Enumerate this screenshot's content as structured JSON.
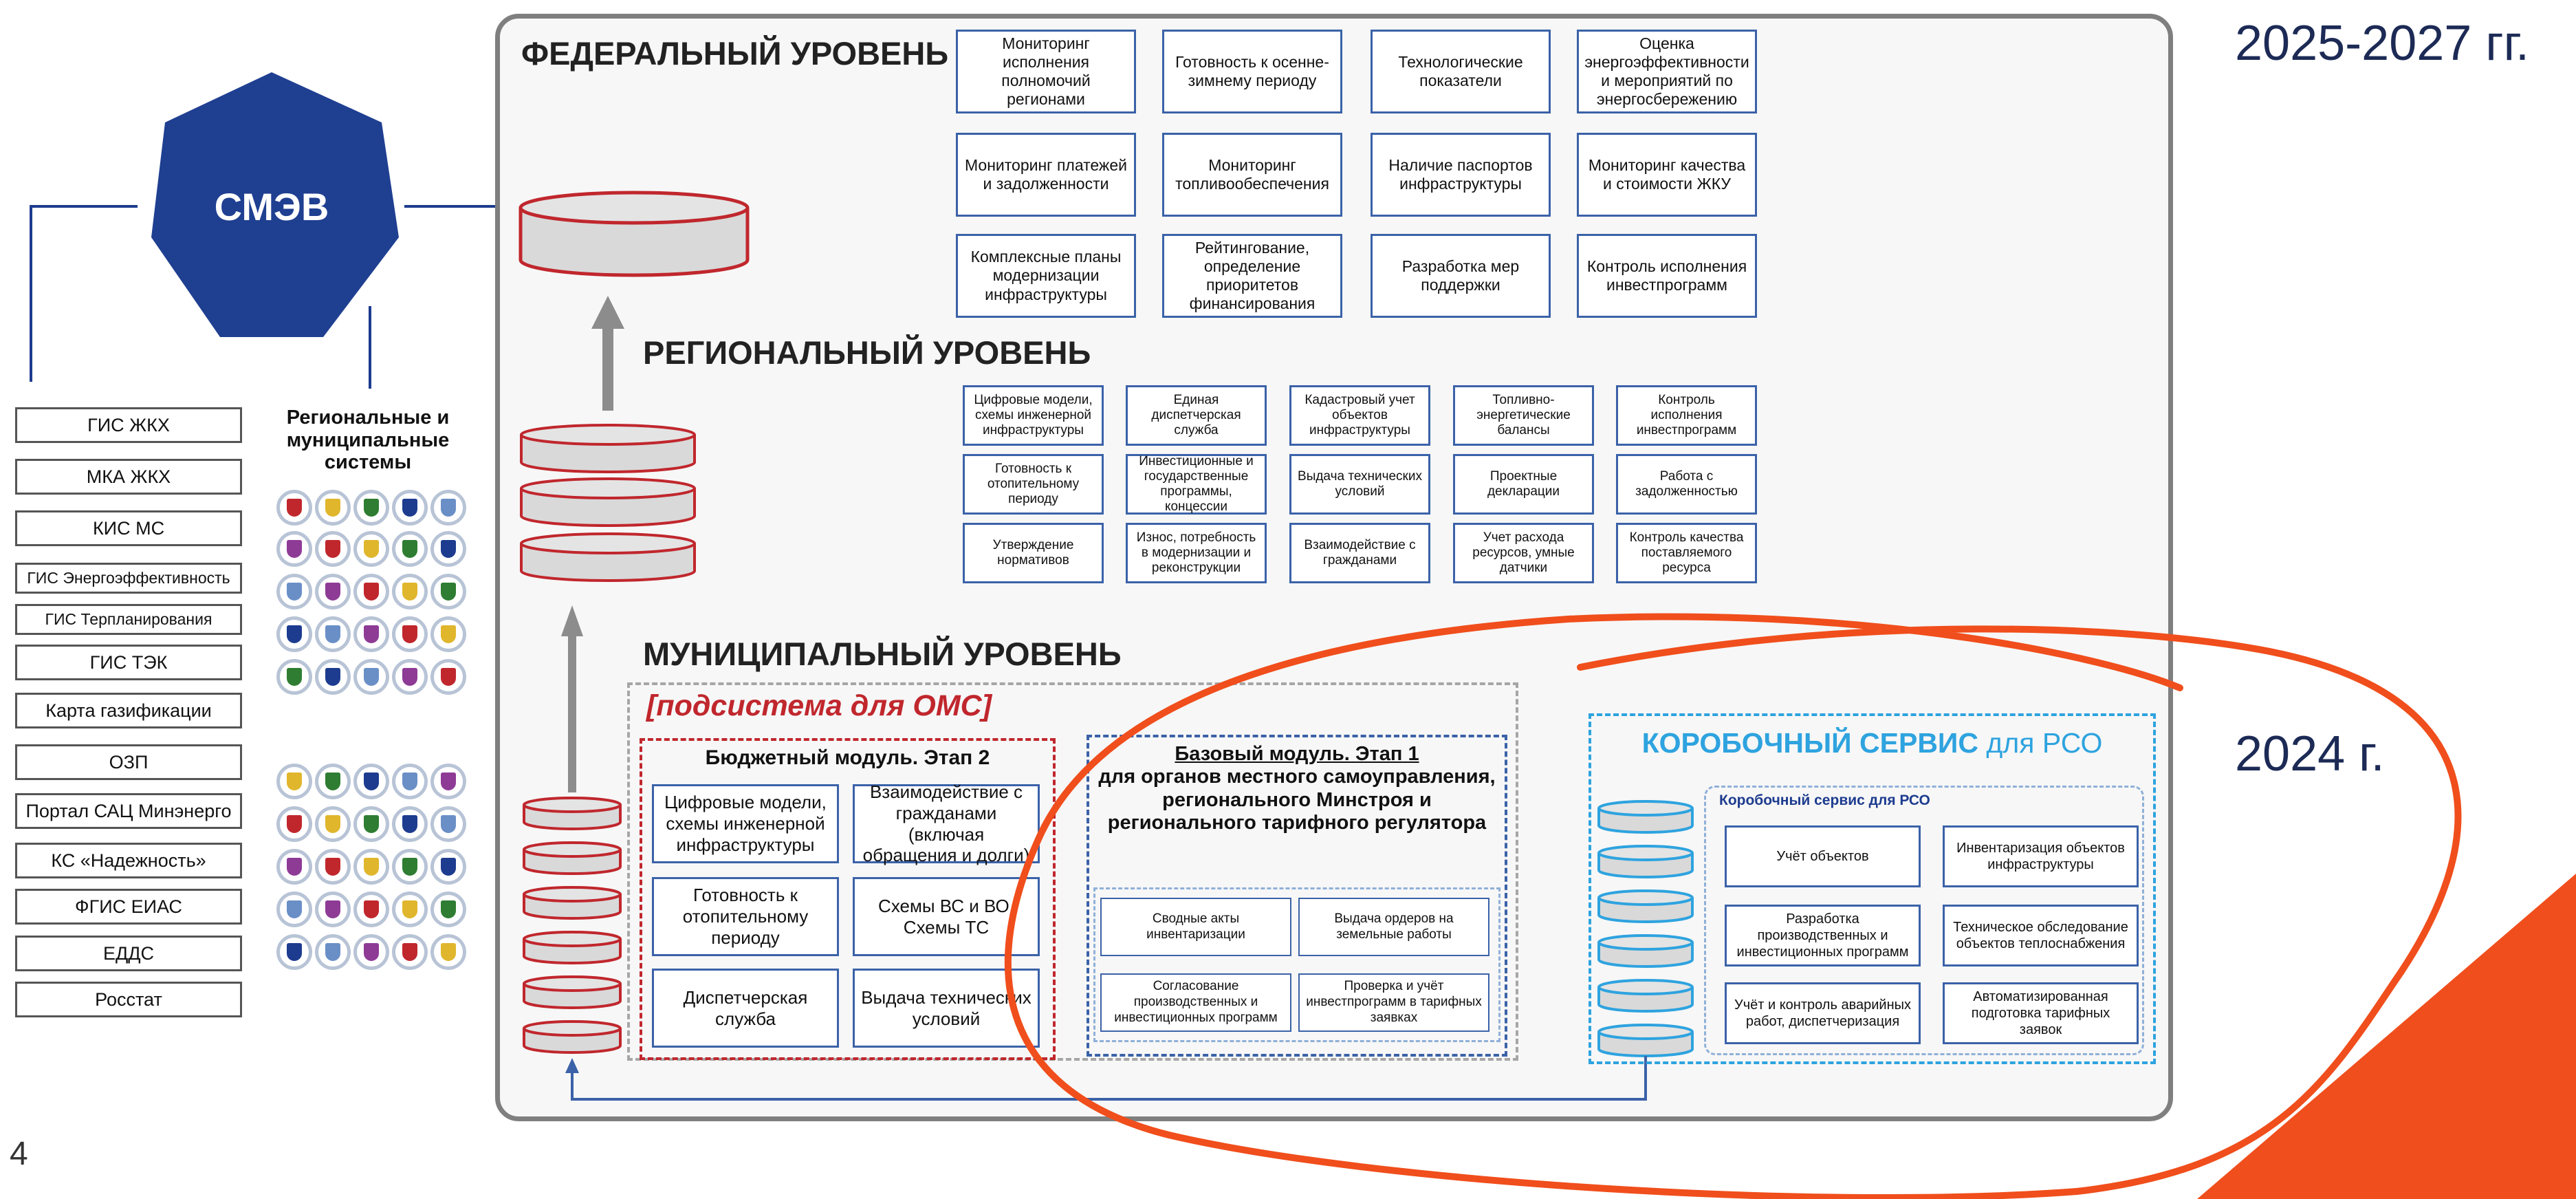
{
  "years": {
    "top": "2025-2027 гг.",
    "bottom": "2024 г."
  },
  "page_number": "4",
  "smev": {
    "label": "СМЭВ"
  },
  "regional_systems_title": "Региональные и муниципальные системы",
  "left_systems": [
    "ГИС ЖКХ",
    "МКА ЖКХ",
    "КИС МС",
    "ГИС Энергоэффективность",
    "ГИС Терпланирования",
    "ГИС ТЭК",
    "Карта газификации",
    "ОЗП",
    "Портал САЦ Минэнерго",
    "КС «Надежность»",
    "ФГИС ЕИАС",
    "ЕДДС",
    "Росстат"
  ],
  "federal": {
    "title": "ФЕДЕРАЛЬНЫЙ УРОВЕНЬ",
    "boxes": [
      "Мониторинг исполнения полномочий регионами",
      "Готовность к осенне-зимнему периоду",
      "Технологические показатели",
      "Оценка энергоэффективности и мероприятий по энергосбережению",
      "Мониторинг платежей и задолженности",
      "Мониторинг топливообеспечения",
      "Наличие паспортов инфраструктуры",
      "Мониторинг качества и стоимости ЖКУ",
      "Комплексные планы модернизации инфраструктуры",
      "Рейтингование, определение приоритетов финансирования",
      "Разработка мер поддержки",
      "Контроль исполнения инвестпрограмм"
    ]
  },
  "regional": {
    "title": "РЕГИОНАЛЬНЫЙ УРОВЕНЬ",
    "boxes": [
      "Цифровые модели, схемы инженерной инфраструктуры",
      "Единая диспетчерская служба",
      "Кадастровый учет объектов инфраструктуры",
      "Топливно-энергетические балансы",
      "Контроль исполнения инвестпрограмм",
      "Готовность к отопительному периоду",
      "Инвестиционные и государственные программы, концессии",
      "Выдача технических условий",
      "Проектные декларации",
      "Работа с задолженностью",
      "Утверждение нормативов",
      "Износ, потребность в модернизации и реконструкции",
      "Взаимодействие с гражданами",
      "Учет расхода ресурсов, умные датчики",
      "Контроль качества поставляемого ресурса"
    ]
  },
  "municipal": {
    "title": "МУНИЦИПАЛЬНЫЙ УРОВЕНЬ",
    "subsystem_title": "[подсистема для ОМС]",
    "budget": {
      "title": "Бюджетный модуль. Этап 2",
      "boxes": [
        "Цифровые модели, схемы инженерной инфраструктуры",
        "Взаимодействие с гражданами (включая обращения и долги)",
        "Готовность к отопительному периоду",
        "Схемы ВС и ВО, Схемы ТС",
        "Диспетчерская служба",
        "Выдача технических условий"
      ]
    },
    "basic": {
      "title_underlined": "Базовый модуль. Этап 1",
      "title_rest": "для органов местного самоуправления, регионального Минстроя и регионального тарифного регулятора",
      "boxes": [
        "Сводные акты инвентаризации",
        "Выдача ордеров на земельные работы",
        "Согласование производственных и инвестиционных программ",
        "Проверка и учёт инвестпрограмм в тарифных заявках"
      ]
    }
  },
  "boxed": {
    "title_bold": "КОРОБОЧНЫЙ СЕРВИС",
    "title_rest": "для РСО",
    "inner_title": "Коробочный сервис для РСО",
    "boxes": [
      "Учёт объектов",
      "Инвентаризация объектов инфраструктуры",
      "Разработка производственных и инвестиционных программ",
      "Техническое обследование объектов теплоснабжения",
      "Учёт и контроль аварийных работ, диспетчеризация",
      "Автоматизированная подготовка тарифных заявок"
    ]
  },
  "colors": {
    "accent_orange": "#f04e1c",
    "navy": "#1d3c8f",
    "box_blue": "#3b62a8",
    "red": "#c0272d",
    "light_blue": "#2ea3df"
  }
}
